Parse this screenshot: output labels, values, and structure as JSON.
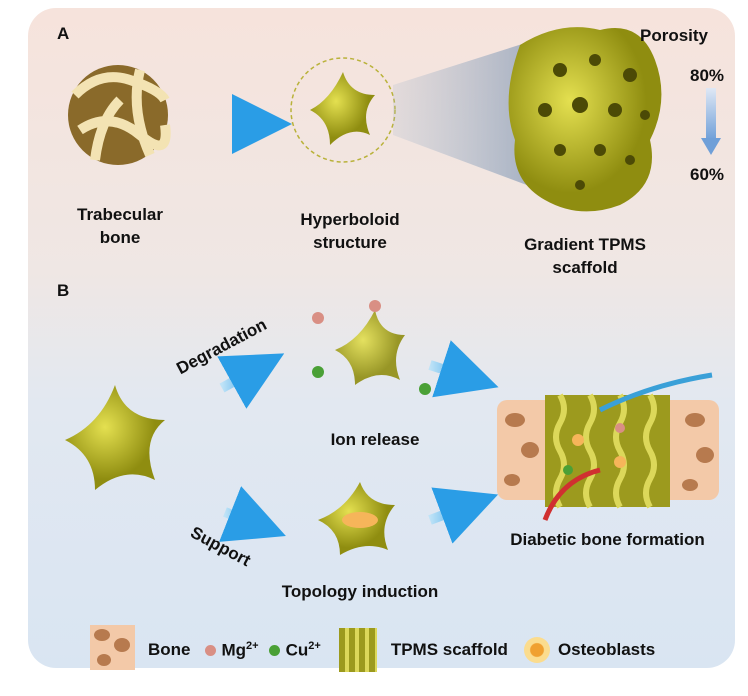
{
  "panels": {
    "a_label": "A",
    "b_label": "B"
  },
  "panel_a": {
    "trabecular": "Trabecular bone",
    "hyperboloid": "Hyperboloid structure",
    "scaffold": "Gradient TPMS scaffold",
    "porosity_title": "Porosity",
    "porosity_high": "80%",
    "porosity_low": "60%"
  },
  "panel_b": {
    "degradation": "Degradation",
    "support": "Support",
    "ion_release": "Ion release",
    "topology": "Topology induction",
    "outcome": "Diabetic bone formation"
  },
  "legend": {
    "bone": "Bone",
    "mg": "Mg",
    "mg_sup": "2+",
    "cu": "Cu",
    "cu_sup": "2+",
    "tpms": "TPMS scaffold",
    "osteoblasts": "Osteoblasts"
  },
  "colors": {
    "scaffold": "#c8c62a",
    "arrow": "#3aa8e8",
    "mg": "#d98f84",
    "cu": "#4aa036",
    "bone": "#f3c9a8"
  }
}
